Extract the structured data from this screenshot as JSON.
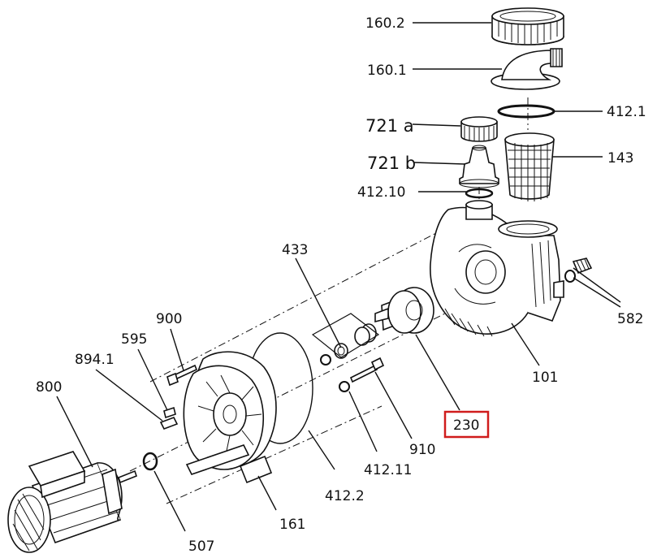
{
  "labels": {
    "l_160_2": "160.2",
    "l_160_1": "160.1",
    "l_412_1": "412.1",
    "l_721a": "721 a",
    "l_721b": "721 b",
    "l_143": "143",
    "l_412_10": "412.10",
    "l_433": "433",
    "l_582": "582",
    "l_900": "900",
    "l_595": "595",
    "l_894_1": "894.1",
    "l_101": "101",
    "l_800": "800",
    "l_230": "230",
    "l_910": "910",
    "l_412_11": "412.11",
    "l_412_2": "412.2",
    "l_161": "161",
    "l_507": "507"
  },
  "highlight": {
    "target": "230",
    "color": "#d01c1c"
  }
}
